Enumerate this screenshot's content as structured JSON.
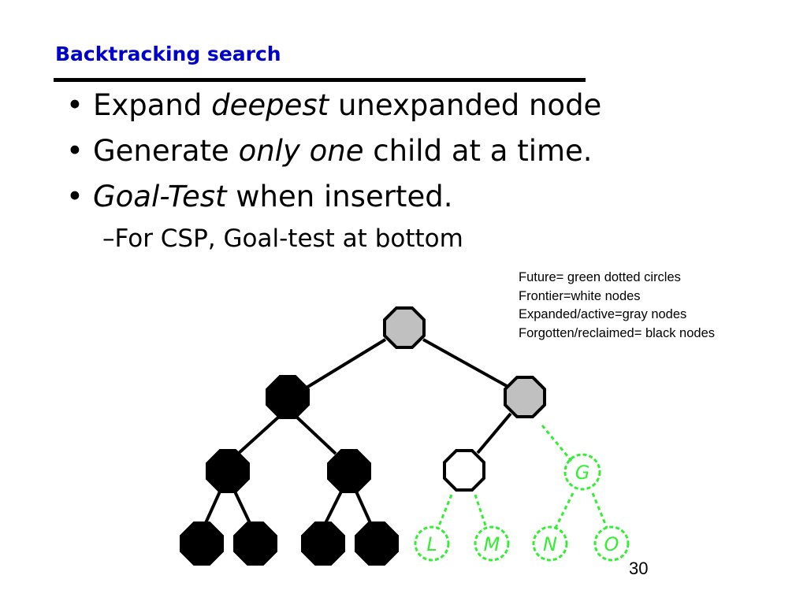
{
  "slide": {
    "title": "Backtracking search",
    "title_color": "#0000cc",
    "page_number": "30"
  },
  "bullets": [
    {
      "before": "Expand ",
      "emphasis": "deepest",
      "after": " unexpanded node"
    },
    {
      "before": "Generate ",
      "emphasis": "only one",
      "after": " child at a time."
    },
    {
      "before": "",
      "emphasis": "Goal-Test",
      "after": " when inserted."
    }
  ],
  "sub_bullet": {
    "dash": "–",
    "text": "For CSP, Goal-test at bottom"
  },
  "bullet_glyph": "•",
  "legend": [
    "Future= green dotted circles",
    "Frontier=white nodes",
    "Expanded/active=gray nodes",
    "Forgotten/reclaimed= black nodes"
  ],
  "tree": {
    "colors": {
      "future": "#33ee33",
      "frontier": "#ffffff",
      "expanded": "#c0c0c0",
      "reclaimed": "#000000"
    },
    "future_labels": [
      "G",
      "L",
      "M",
      "N",
      "O"
    ]
  }
}
